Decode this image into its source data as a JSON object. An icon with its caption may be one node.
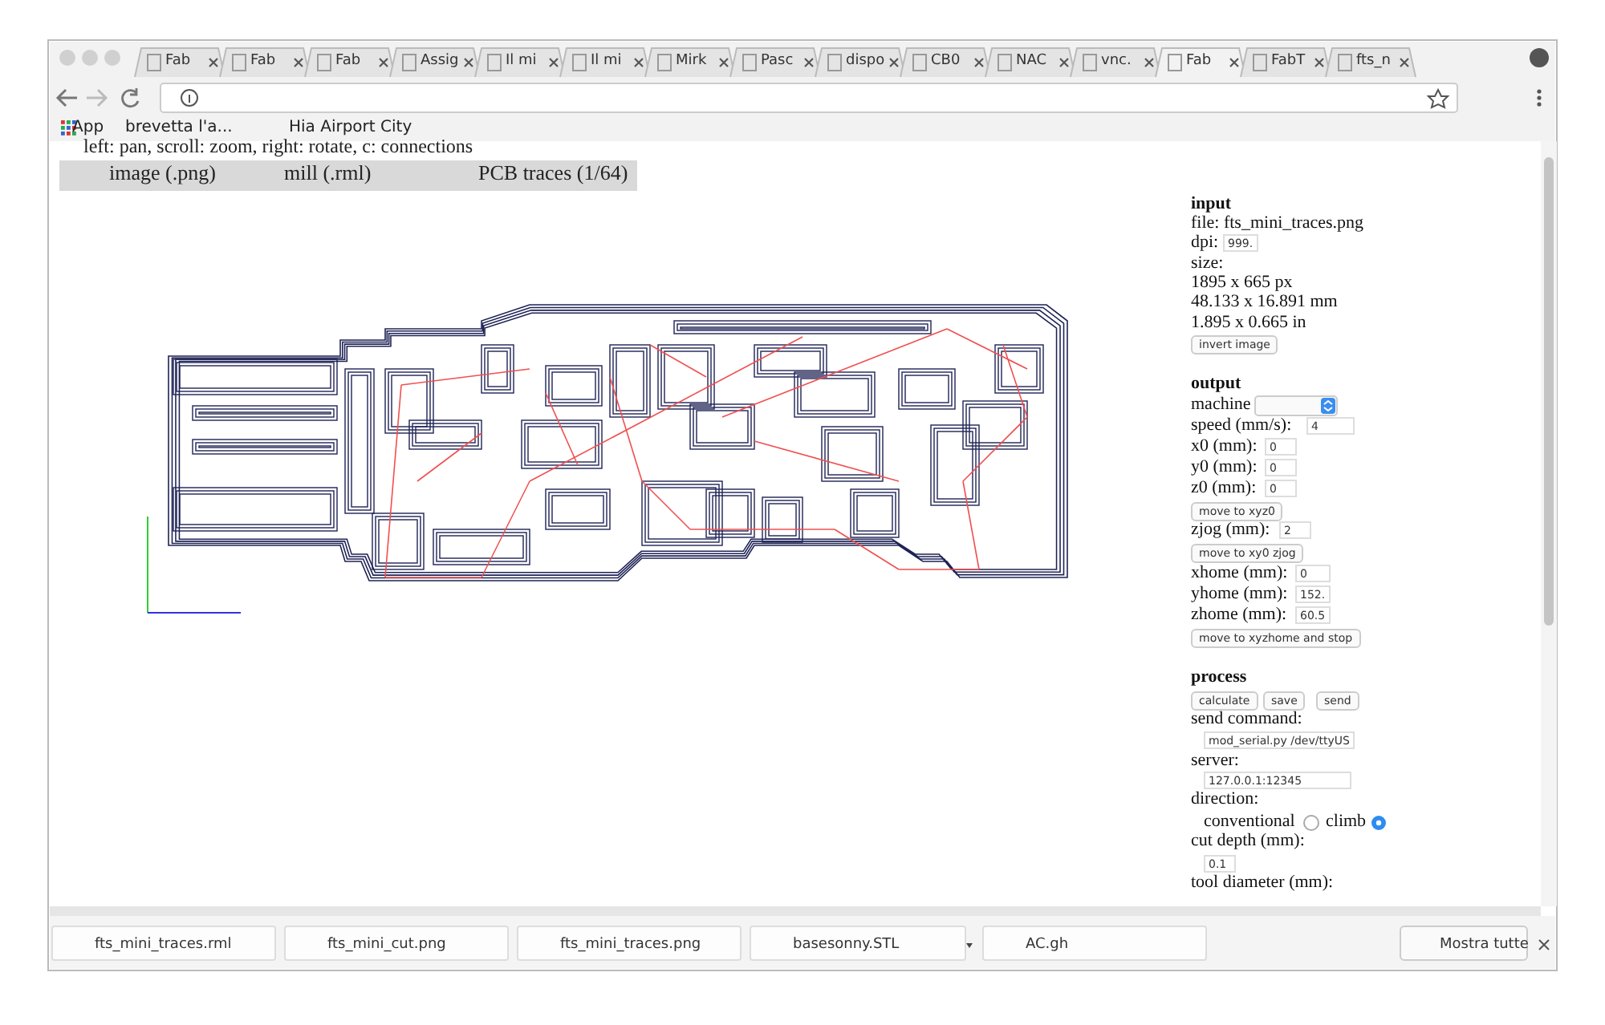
{
  "diagram": {
    "labels": [
      "Fab",
      "Fab",
      "Fab",
      "Assig",
      "Il mi",
      "Il mi",
      "Mirk",
      "Pasc",
      "dispo",
      "CB0",
      "NAC",
      "vnc.",
      "Fab",
      "FabT",
      "fts_n",
      "App",
      "brevetta l'a...",
      "Hia Airport City",
      "left: pan, scroll: zoom, right: rotate, c: connections",
      "image (.png)",
      "mill (.rml)",
      "PCB traces (1/64)",
      "input",
      "file: fts_mini_traces.png",
      "dpi:",
      "999.",
      "size:",
      "1895 x 665 px",
      "48.133 x 16.891 mm",
      "1.895 x 0.665 in",
      "invert image",
      "output",
      "machine",
      "speed (mm/s):",
      "4",
      "x0 (mm):",
      "0",
      "y0 (mm):",
      "0",
      "z0 (mm):",
      "0",
      "move to xyz0",
      "zjog (mm):",
      "2",
      "move to xy0 zjog",
      "xhome (mm):",
      "0",
      "yhome (mm):",
      "152.",
      "zhome (mm):",
      "60.5",
      "move to xyzhome and stop",
      "process",
      "calculate",
      "save",
      "send",
      "send command:",
      "mod_serial.py /dev/ttyUS",
      "server:",
      "127.0.0.1:12345",
      "direction:",
      "conventional",
      "climb",
      "cut depth (mm):",
      "0.1",
      "tool diameter (mm):",
      "fts_mini_traces.rml",
      "fts_mini_cut.png",
      "fts_mini_traces.png",
      "basesonny.STL",
      "AC.gh",
      "Mostra tutte"
    ]
  }
}
